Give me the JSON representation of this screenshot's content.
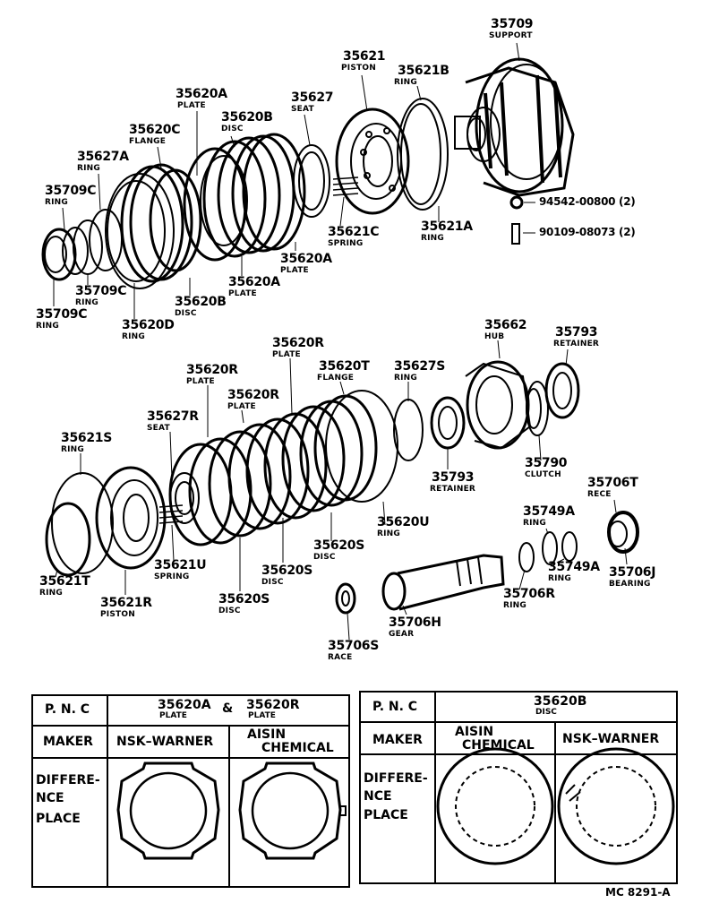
{
  "parts": [
    {
      "key": "p35709",
      "number": "35709",
      "name": "SUPPORT"
    },
    {
      "key": "p35621",
      "number": "35621",
      "name": "PISTON"
    },
    {
      "key": "p35621B",
      "number": "35621B",
      "name": "RING"
    },
    {
      "key": "p35627",
      "number": "35627",
      "name": "SEAT"
    },
    {
      "key": "p35620A_top",
      "number": "35620A",
      "name": "PLATE"
    },
    {
      "key": "p35620B_top",
      "number": "35620B",
      "name": "DISC"
    },
    {
      "key": "p35620C",
      "number": "35620C",
      "name": "FLANGE"
    },
    {
      "key": "p35627A",
      "number": "35627A",
      "name": "RING"
    },
    {
      "key": "p35709C_a",
      "number": "35709C",
      "name": "RING"
    },
    {
      "key": "p94542",
      "number": "94542-00800 (2)",
      "name": ""
    },
    {
      "key": "p90109",
      "number": "90109-08073 (2)",
      "name": ""
    },
    {
      "key": "p35621C",
      "number": "35621C",
      "name": "SPRING"
    },
    {
      "key": "p35621A",
      "number": "35621A",
      "name": "RING"
    },
    {
      "key": "p35620A_mid",
      "number": "35620A",
      "name": "PLATE"
    },
    {
      "key": "p35620A_low",
      "number": "35620A",
      "name": "PLATE"
    },
    {
      "key": "p35709C_b",
      "number": "35709C",
      "name": "RING"
    },
    {
      "key": "p35620B_low",
      "number": "35620B",
      "name": "DISC"
    },
    {
      "key": "p35709C_c",
      "number": "35709C",
      "name": "RING"
    },
    {
      "key": "p35620D",
      "number": "35620D",
      "name": "RING"
    },
    {
      "key": "p35662",
      "number": "35662",
      "name": "HUB"
    },
    {
      "key": "p35793_a",
      "number": "35793",
      "name": "RETAINER"
    },
    {
      "key": "p35620R_a",
      "number": "35620R",
      "name": "PLATE"
    },
    {
      "key": "p35620T",
      "number": "35620T",
      "name": "FLANGE"
    },
    {
      "key": "p35627S",
      "number": "35627S",
      "name": "RING"
    },
    {
      "key": "p35620R_b",
      "number": "35620R",
      "name": "PLATE"
    },
    {
      "key": "p35620R_c",
      "number": "35620R",
      "name": "PLATE"
    },
    {
      "key": "p35627R",
      "number": "35627R",
      "name": "SEAT"
    },
    {
      "key": "p35621S",
      "number": "35621S",
      "name": "RING"
    },
    {
      "key": "p35793_b",
      "number": "35793",
      "name": "RETAINER"
    },
    {
      "key": "p35790",
      "number": "35790",
      "name": "CLUTCH"
    },
    {
      "key": "p35706T",
      "number": "35706T",
      "name": "RECE"
    },
    {
      "key": "p35749A_a",
      "number": "35749A",
      "name": "RING"
    },
    {
      "key": "p35620U",
      "number": "35620U",
      "name": "RING"
    },
    {
      "key": "p35620S_a",
      "number": "35620S",
      "name": "DISC"
    },
    {
      "key": "p35621U",
      "number": "35621U",
      "name": "SPRING"
    },
    {
      "key": "p35620S_b",
      "number": "35620S",
      "name": "DISC"
    },
    {
      "key": "p35749A_b",
      "number": "35749A",
      "name": "RING"
    },
    {
      "key": "p35706J",
      "number": "35706J",
      "name": "BEARING"
    },
    {
      "key": "p35621T",
      "number": "35621T",
      "name": "RING"
    },
    {
      "key": "p35621R",
      "number": "35621R",
      "name": "PISTON"
    },
    {
      "key": "p35620S_c",
      "number": "35620S",
      "name": "DISC"
    },
    {
      "key": "p35706R",
      "number": "35706R",
      "name": "RING"
    },
    {
      "key": "p35706H",
      "number": "35706H",
      "name": "GEAR"
    },
    {
      "key": "p35706S",
      "number": "35706S",
      "name": "RACE"
    }
  ],
  "table_left": {
    "pnc_label": "P. N. C",
    "pnc_a": "35620A",
    "pnc_a_name": "PLATE",
    "amp": "&",
    "pnc_b": "35620R",
    "pnc_b_name": "PLATE",
    "maker_label": "MAKER",
    "maker_1": "NSK–WARNER",
    "maker_2a": "AISIN",
    "maker_2b": "CHEMICAL",
    "diff_1": "DIFFERE-",
    "diff_2": "NCE",
    "diff_3": "PLACE"
  },
  "table_right": {
    "pnc_label": "P. N. C",
    "pnc": "35620B",
    "pnc_name": "DISC",
    "maker_label": "MAKER",
    "maker_1a": "AISIN",
    "maker_1b": "CHEMICAL",
    "maker_2": "NSK–WARNER",
    "diff_1": "DIFFERE-",
    "diff_2": "NCE",
    "diff_3": "PLACE"
  },
  "figure_code": "MC 8291-A"
}
